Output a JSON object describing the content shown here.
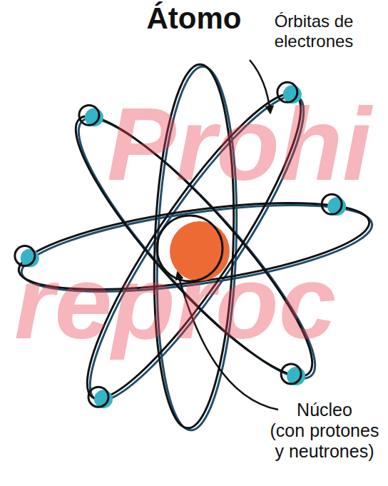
{
  "diagram": {
    "title": "Átomo",
    "labels": [
      "Órbitas de electrones",
      "Núcleo (con protones y neutrones)",
      "Prohi",
      "reproc"
    ]
  }
}
